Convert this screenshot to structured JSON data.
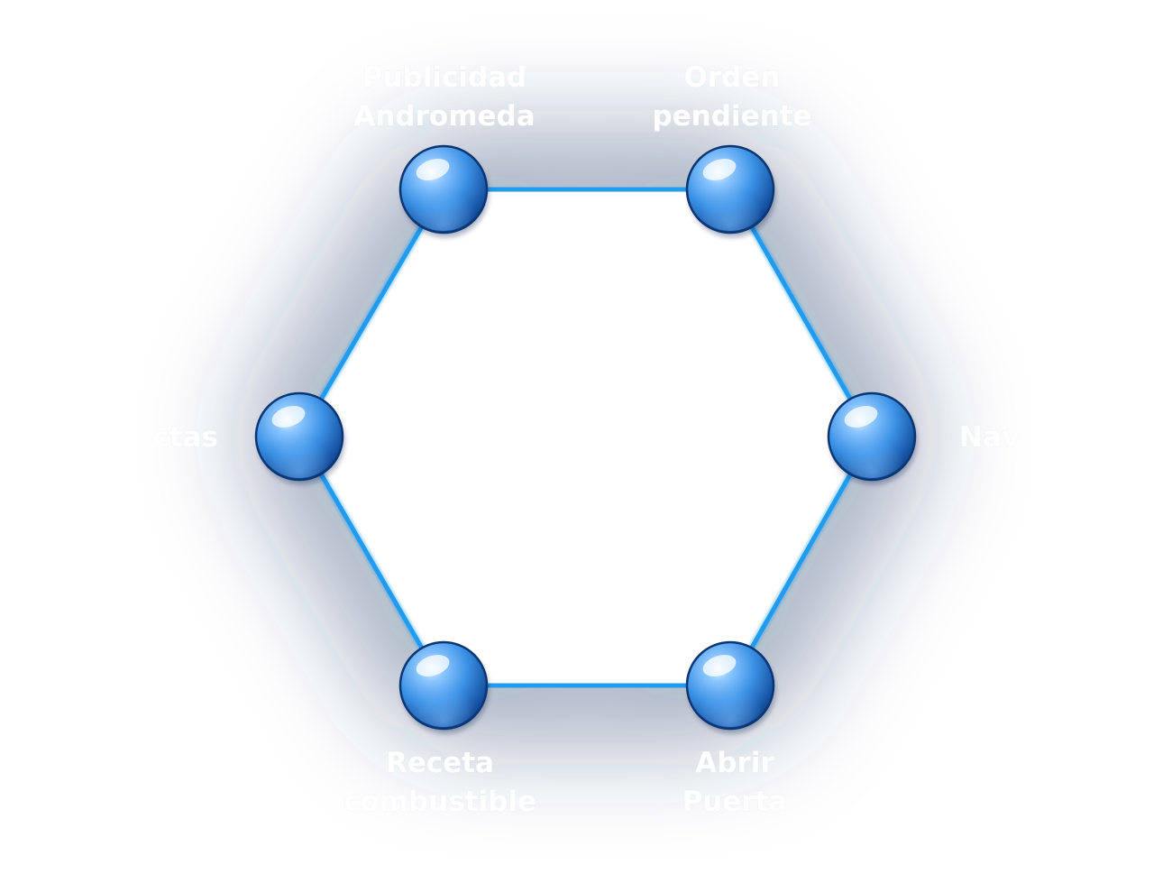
{
  "diagram": {
    "colors": {
      "edge": "#1f9bf0",
      "node_highlight": "#e8f4ff",
      "node_mid": "#3c92e6",
      "node_dark": "#0a3f8e",
      "node_rim": "#0c3574",
      "glow": "#1c3868"
    },
    "nodes": [
      {
        "id": "top-left",
        "label": "Publicidad\nAndromeda"
      },
      {
        "id": "top-right",
        "label": "Orden\npendiente"
      },
      {
        "id": "right",
        "label": "Nav"
      },
      {
        "id": "bottom-right",
        "label": "Abrir\nPuerta"
      },
      {
        "id": "bottom-left",
        "label": "Receta\ncombustible"
      },
      {
        "id": "left",
        "label": "ctas"
      }
    ],
    "edges": [
      [
        "top-left",
        "top-right"
      ],
      [
        "top-right",
        "right"
      ],
      [
        "right",
        "bottom-right"
      ],
      [
        "bottom-right",
        "bottom-left"
      ],
      [
        "bottom-left",
        "left"
      ],
      [
        "left",
        "top-left"
      ]
    ]
  }
}
